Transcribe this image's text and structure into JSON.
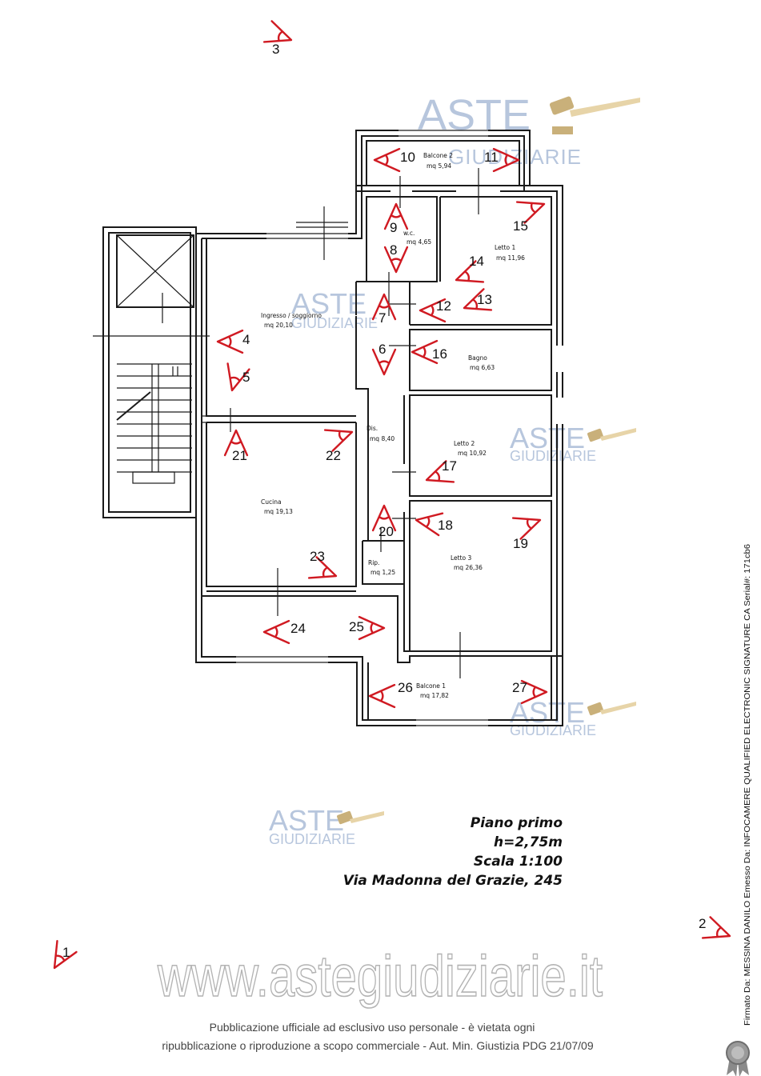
{
  "rooms": {
    "balcone2": {
      "name": "Balcone 2",
      "area": "mq 5,94"
    },
    "wc": {
      "name": "w.c.",
      "area": "mq 4,65"
    },
    "letto1": {
      "name": "Letto 1",
      "area": "mq 11,96"
    },
    "ingresso": {
      "name": "Ingresso / soggiorno",
      "area": "mq 20,10"
    },
    "bagno": {
      "name": "Bagno",
      "area": "mq 6,63"
    },
    "dis": {
      "name": "Dis.",
      "area": "mq 8,40"
    },
    "letto2": {
      "name": "Letto 2",
      "area": "mq 10,92"
    },
    "cucina": {
      "name": "Cucina",
      "area": "mq 19,13"
    },
    "rip": {
      "name": "Rip.",
      "area": "mq 1,25"
    },
    "letto3": {
      "name": "Letto 3",
      "area": "mq 26,36"
    },
    "balcone1": {
      "name": "Balcone 1",
      "area": "mq 17,82"
    }
  },
  "markers": [
    "1",
    "2",
    "3",
    "4",
    "5",
    "6",
    "7",
    "8",
    "9",
    "10",
    "11",
    "12",
    "13",
    "14",
    "15",
    "16",
    "17",
    "18",
    "19",
    "20",
    "21",
    "22",
    "23",
    "24",
    "25",
    "26",
    "27"
  ],
  "watermark": {
    "aste": "ASTE",
    "giudiziarie": "GIUDIZIARIE"
  },
  "title": {
    "line1": "Piano primo",
    "line2": "h=2,75m",
    "line3": "Scala 1:100",
    "line4": "Via Madonna del Grazie, 245"
  },
  "website": "www.astegiudiziarie.it",
  "notice": {
    "line1": "Pubblicazione ufficiale ad esclusivo uso personale - è vietata ogni",
    "line2": "ripubblicazione o riproduzione a scopo commerciale - Aut. Min. Giustizia PDG 21/07/09"
  },
  "signature": "Firmato Da: MESSINA DANILO Emesso Da: INFOCAMERE QUALIFIED ELECTRONIC SIGNATURE CA Serial#: 171cb6",
  "colors": {
    "marker": "#d01a22",
    "watermark": "#b7c6dd",
    "wall": "#1a1a1a"
  }
}
